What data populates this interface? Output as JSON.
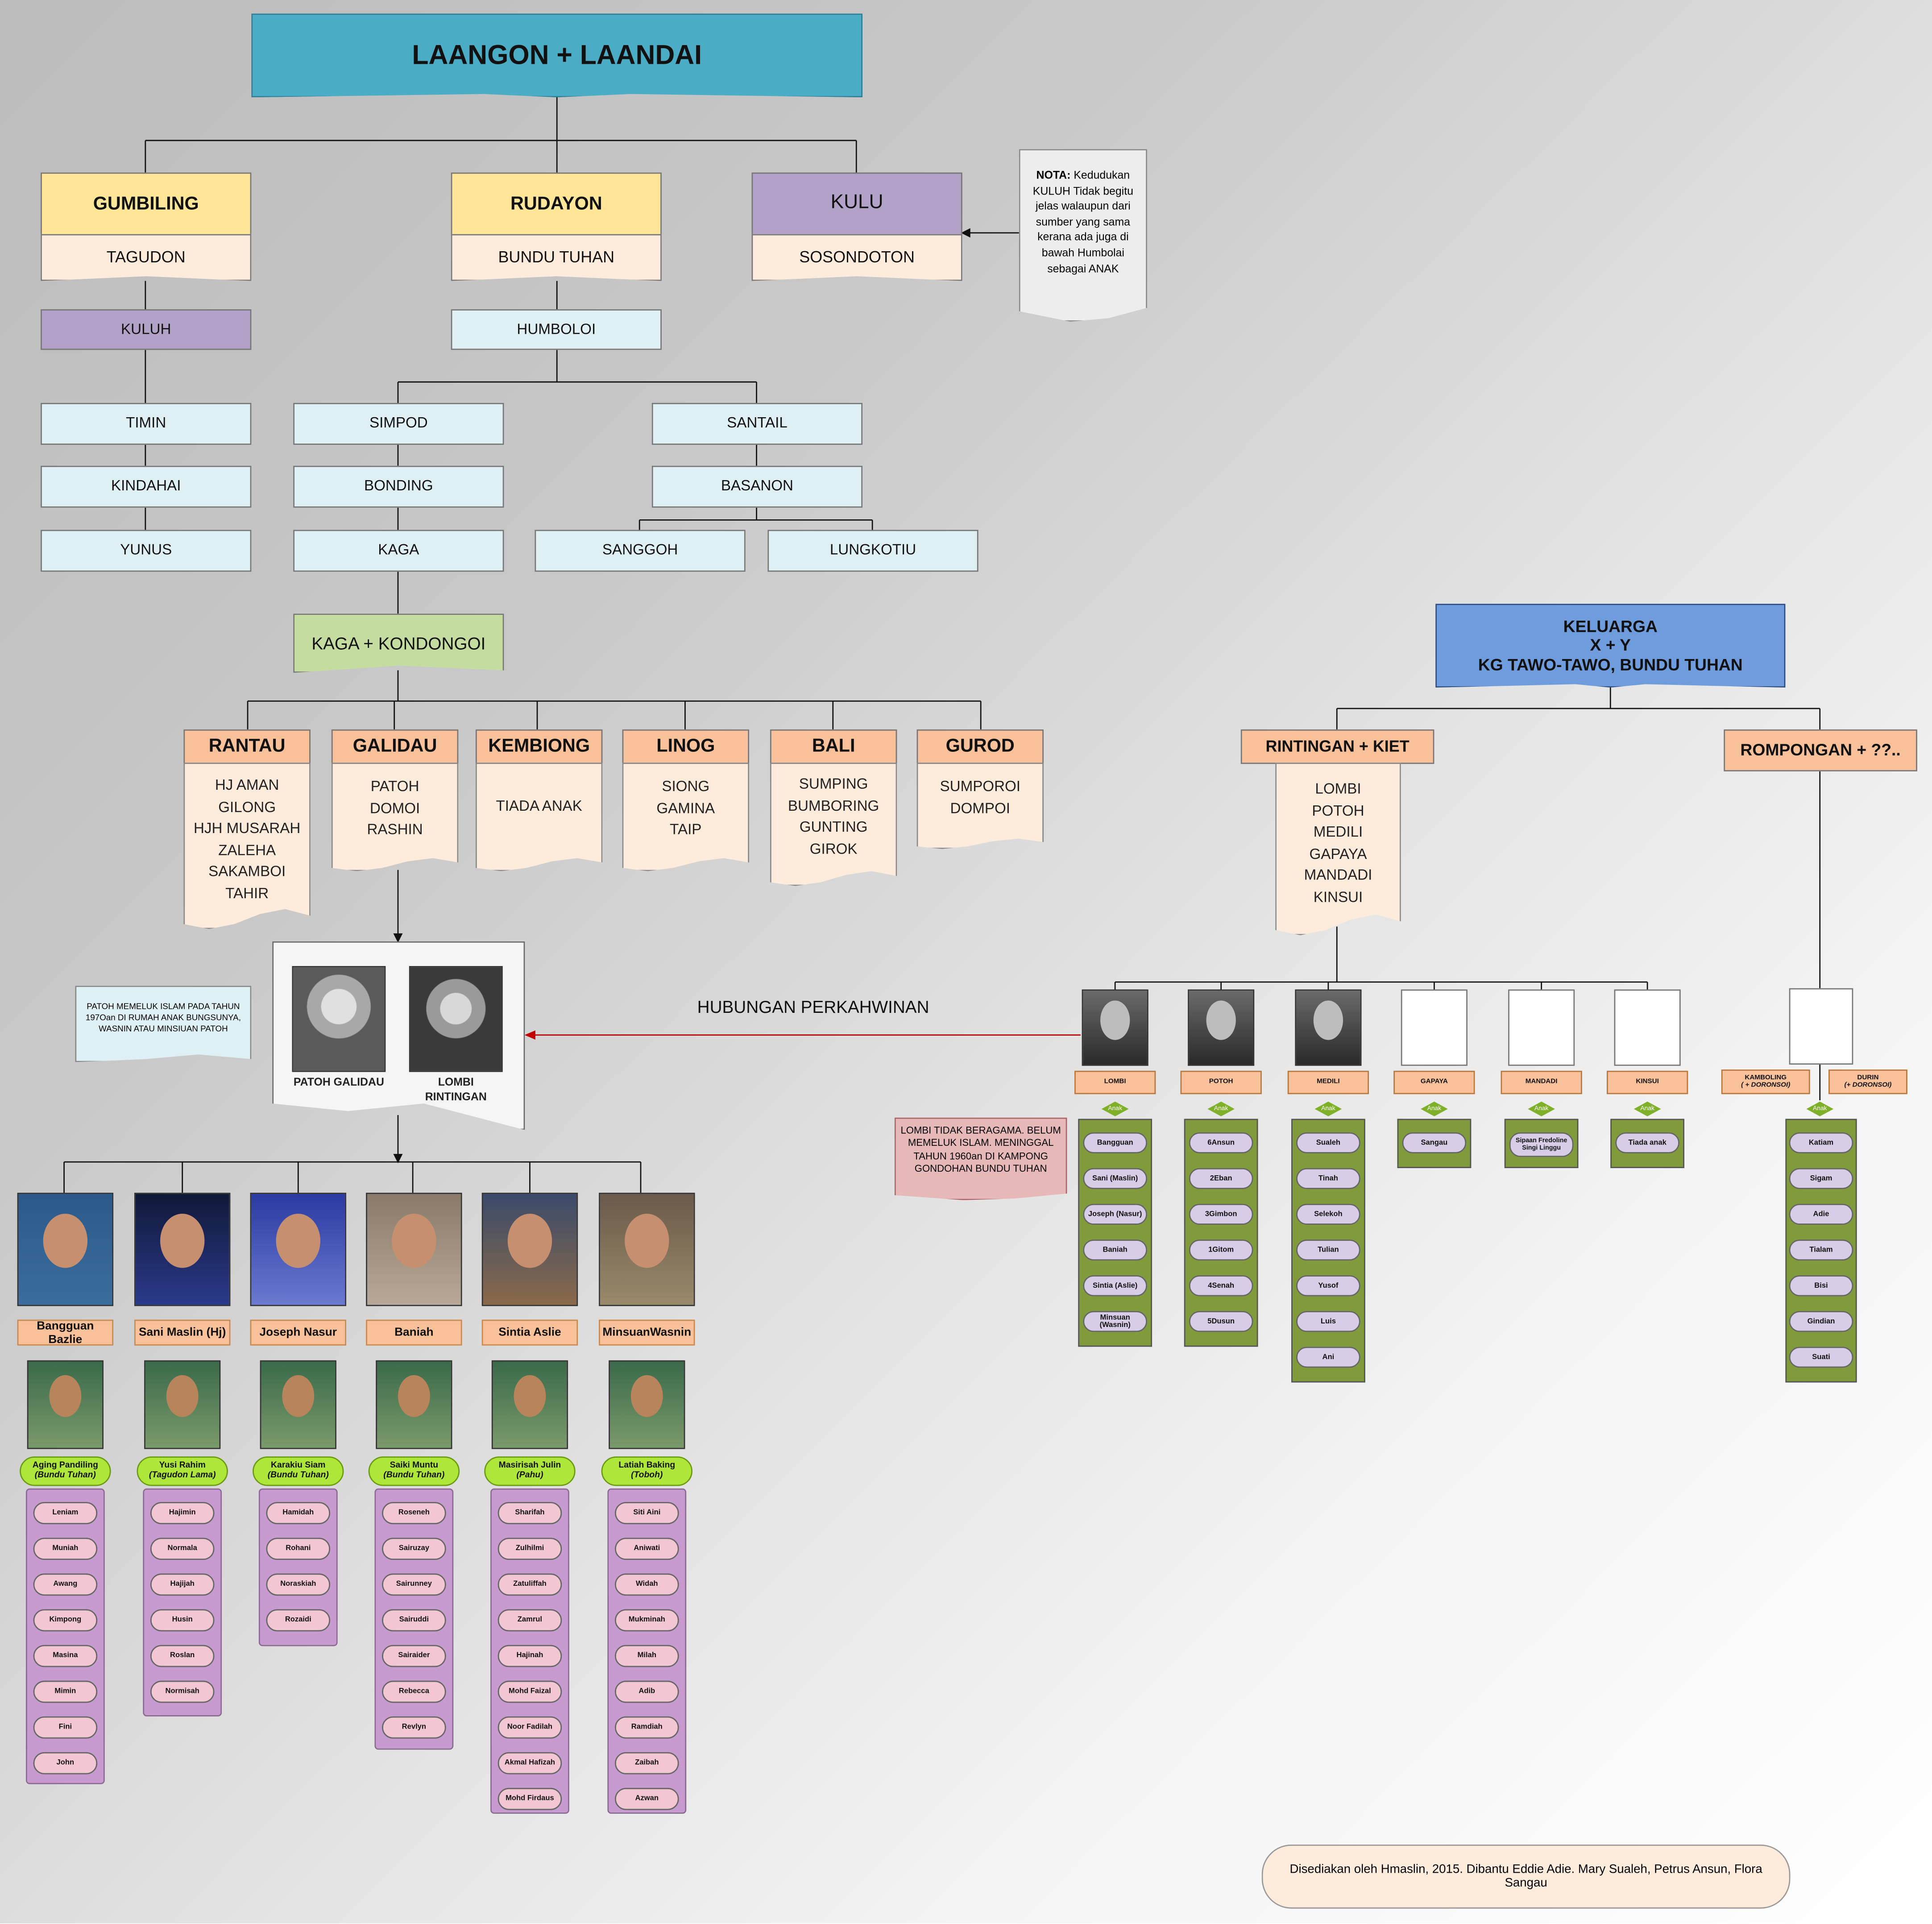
{
  "title": "LAANGON + LAANDAI",
  "gumbiling": {
    "head": "GUMBILING",
    "sub": "TAGUDON",
    "kuluh": "KULUH",
    "children": [
      "TIMIN",
      "KINDAHAI",
      "YUNUS"
    ]
  },
  "rudayon": {
    "head": "RUDAYON",
    "sub": "BUNDU TUHAN",
    "child": "HUMBOLOI"
  },
  "kulu": {
    "head": "KULU",
    "sub": "SOSONDOTON"
  },
  "nota": {
    "bold": "NOTA:",
    "text": "Kedudukan KULUH Tidak begitu jelas walaupun dari sumber yang sama kerana ada juga di bawah Humbolai sebagai ANAK"
  },
  "simpod": [
    "SIMPOD",
    "BONDING",
    "KAGA"
  ],
  "santail": [
    "SANTAIL",
    "BASANON"
  ],
  "basanon_children": [
    "SANGGOH",
    "LUNGKOTIU"
  ],
  "kaga": "KAGA + KONDONGOI",
  "kaga_children": [
    {
      "head": "RANTAU",
      "lines": [
        "HJ AMAN",
        "GILONG",
        "HJH MUSARAH",
        "ZALEHA",
        "SAKAMBOI",
        "TAHIR"
      ]
    },
    {
      "head": "GALIDAU",
      "lines": [
        "PATOH",
        "DOMOI",
        "RASHIN"
      ]
    },
    {
      "head": "KEMBIONG",
      "lines": [
        "TIADA ANAK"
      ]
    },
    {
      "head": "LINOG",
      "lines": [
        "SIONG",
        "GAMINA",
        "TAIP"
      ]
    },
    {
      "head": "BALI",
      "lines": [
        "SUMPING",
        "BUMBORING",
        "GUNTING",
        "GIROK"
      ]
    },
    {
      "head": "GUROD",
      "lines": [
        "SUMPOROI",
        "DOMPOI"
      ]
    }
  ],
  "patoh_note": "PATOH MEMELUK ISLAM PADA TAHUN 197Oan DI RUMAH ANAK BUNGSUNYA, WASNIN ATAU MINSIUAN PATOH",
  "couple": {
    "left": "PATOH GALIDAU",
    "right": "LOMBI RINTINGAN"
  },
  "hubungan": "HUBUNGAN PERKAHWINAN",
  "children": [
    {
      "name": "Bangguan Bazlie",
      "spouse": "Aging Pandiling",
      "from": "(Bundu Tuhan)",
      "kids": [
        "Leniam",
        "Muniah",
        "Awang",
        "Kimpong",
        "Masina",
        "Mimin",
        "Fini",
        "John"
      ]
    },
    {
      "name": "Sani Maslin (Hj)",
      "spouse": "Yusi Rahim",
      "from": "(Tagudon Lama)",
      "kids": [
        "Hajimin",
        "Normala",
        "Hajijah",
        "Husin",
        "Roslan",
        "Normisah"
      ]
    },
    {
      "name": "Joseph Nasur",
      "spouse": "Karakiu Siam",
      "from": "(Bundu Tuhan)",
      "kids": [
        "Hamidah",
        "Rohani",
        "Noraskiah",
        "Rozaidi"
      ]
    },
    {
      "name": "Baniah",
      "spouse": "Saiki Muntu",
      "from": "(Bundu Tuhan)",
      "kids": [
        "Roseneh",
        "Sairuzay",
        "Sairunney",
        "Sairuddi",
        "Sairaider",
        "Rebecca",
        "Revlyn"
      ]
    },
    {
      "name": "Sintia Aslie",
      "spouse": "Masirisah Julin",
      "from": "(Pahu)",
      "kids": [
        "Sharifah",
        "Zulhilmi",
        "Zatuliffah",
        "Zamrul",
        "Hajinah",
        "Mohd Faizal",
        "Noor Fadilah",
        "Akmal Hafizah",
        "Mohd Firdaus"
      ]
    },
    {
      "name": "MinsuanWasnin",
      "spouse": "Latiah Baking",
      "from": "(Toboh)",
      "kids": [
        "Siti Aini",
        "Aniwati",
        "Widah",
        "Mukminah",
        "Milah",
        "Adib",
        "Ramdiah",
        "Zaibah",
        "Azwan"
      ]
    }
  ],
  "keluarga": {
    "l1": "KELUARGA",
    "l2": "X + Y",
    "l3": "KG TAWO-TAWO, BUNDU TUHAN"
  },
  "rintingan": {
    "head": "RINTINGAN + KIET",
    "lines": [
      "LOMBI",
      "POTOH",
      "MEDILI",
      "GAPAYA",
      "MANDADI",
      "KINSUI"
    ]
  },
  "rompongan": "ROMPONGAN + ??..",
  "lombi_note": "LOMBI TIDAK BERAGAMA. BELUM MEMELUK ISLAM. MENINGGAL TAHUN 1960an DI KAMPONG GONDOHAN BUNDU TUHAN",
  "anak": "Anak",
  "r_children": [
    {
      "name": "LOMBI",
      "kids": [
        "Bangguan",
        "Sani (Maslin)",
        "Joseph (Nasur)",
        "Baniah",
        "Sintia (Aslie)",
        "Minsuan (Wasnin)"
      ]
    },
    {
      "name": "POTOH",
      "kids": [
        "6Ansun",
        "2Eban",
        "3Gimbon",
        "1Gitom",
        "4Senah",
        "5Dusun"
      ]
    },
    {
      "name": "MEDILI",
      "kids": [
        "Sualeh",
        "Tinah",
        "Selekoh",
        "Tulian",
        "Yusof",
        "Luis",
        "Ani"
      ]
    },
    {
      "name": "GAPAYA",
      "kids": [
        "Sangau"
      ]
    },
    {
      "name": "MANDADI",
      "kids": [
        "Sipaan Fredoline Singi Linggu"
      ]
    },
    {
      "name": "KINSUI",
      "kids": [
        "Tiada anak"
      ]
    }
  ],
  "kamboling": {
    "l1": "KAMBOLING",
    "l2": "( + DORONSOI)"
  },
  "durin": {
    "l1": "DURIN",
    "l2": "(+ DORONSOI)"
  },
  "rompongan_kids": [
    "Katiam",
    "Sigam",
    "Adie",
    "Tialam",
    "Bisi",
    "Gindian",
    "Suati"
  ],
  "credit": "Disediakan oleh Hmaslin, 2015. Dibantu Eddie Adie. Mary Sualeh, Petrus Ansun, Flora Sangau",
  "colors": {
    "title": "#4bacc6",
    "yellow": "#ffe699",
    "purple": "#b3a2c7",
    "light_blue": "#dff0f5",
    "peach": "#fdebdc",
    "orange": "#f9c199",
    "green": "#7f9b3c",
    "keluarga": "#6f9cdc"
  }
}
